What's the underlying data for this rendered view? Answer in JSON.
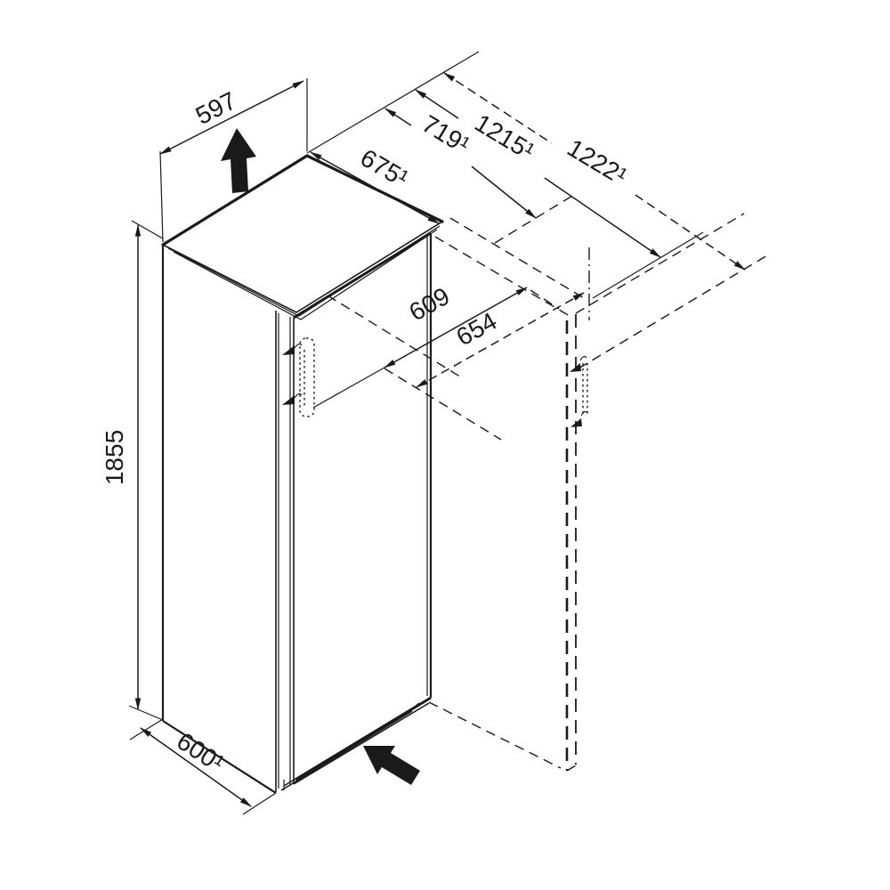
{
  "diagram": {
    "type": "isometric-dimension-drawing",
    "subject": "upright refrigerator with door swing shown dashed",
    "unit": "mm"
  },
  "colors": {
    "line": "#1a1a1a",
    "background": "#ffffff"
  },
  "dimensions": {
    "top_width": "597",
    "depth_with_door": "675¹",
    "depth_with_handle": "719¹",
    "depth_door_open": "1215¹",
    "depth_door_open_max": "1222¹",
    "door_swing_side": "609",
    "door_swing_side_max": "654",
    "height": "1855",
    "body_depth": "600¹"
  }
}
